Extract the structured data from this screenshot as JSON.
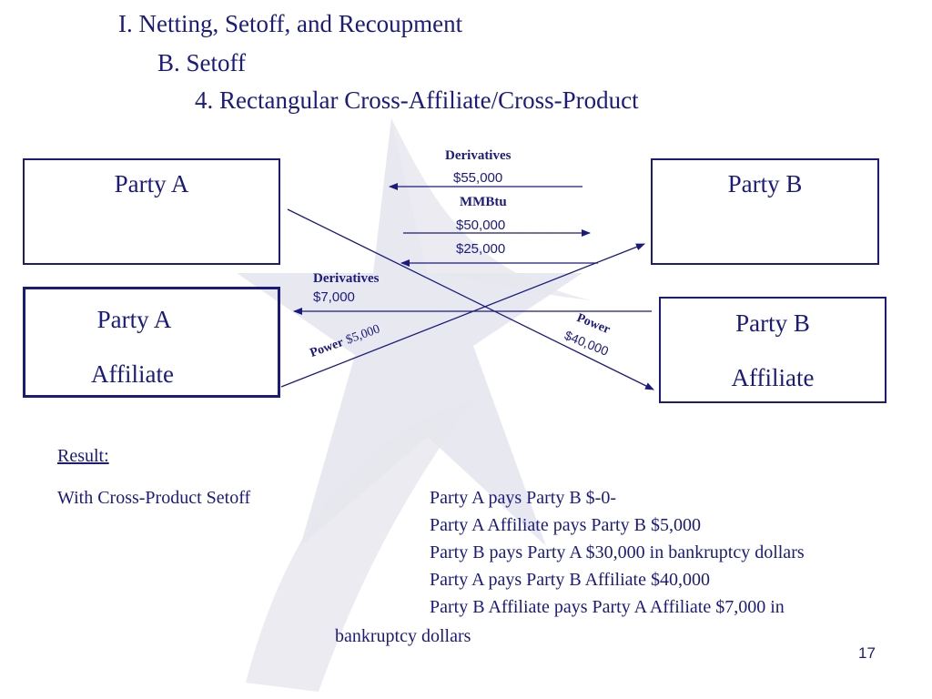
{
  "headings": {
    "h1": "I.  Netting, Setoff, and Recoupment",
    "h2": "B. Setoff",
    "h3": "4.  Rectangular Cross-Affiliate/Cross-Product"
  },
  "parties": {
    "party_a": "Party A",
    "party_b": "Party B",
    "party_a_affiliate": [
      "Party A",
      "Affiliate"
    ],
    "party_b_affiliate": [
      "Party B",
      "Affiliate"
    ]
  },
  "flows": {
    "derivatives_top_label": "Derivatives",
    "derivatives_top_amount": "$55,000",
    "mmbtu_label": "MMBtu",
    "mmbtu_amount_1": "$50,000",
    "mmbtu_amount_2": "$25,000",
    "derivatives_mid_label": "Derivatives",
    "derivatives_mid_amount": "$7,000",
    "power_left_label": "Power",
    "power_left_amount": "$5,000",
    "power_right_label": "Power",
    "power_right_amount": "$40,000"
  },
  "result": {
    "title": "Result:",
    "left_label": "With Cross-Product Setoff",
    "lines": [
      "Party A pays Party B $-0-",
      "Party A Affiliate pays Party B $5,000",
      "Party B pays Party A $30,000 in bankruptcy dollars",
      "Party A pays Party B Affiliate $40,000",
      "Party B Affiliate pays Party A Affiliate $7,000 in"
    ],
    "continuation": "bankruptcy dollars"
  },
  "page_number": "17",
  "colors": {
    "text": "#1a1a80",
    "watermark": "#e6e6ee"
  },
  "icons": {
    "background": "star-watermark-icon"
  }
}
